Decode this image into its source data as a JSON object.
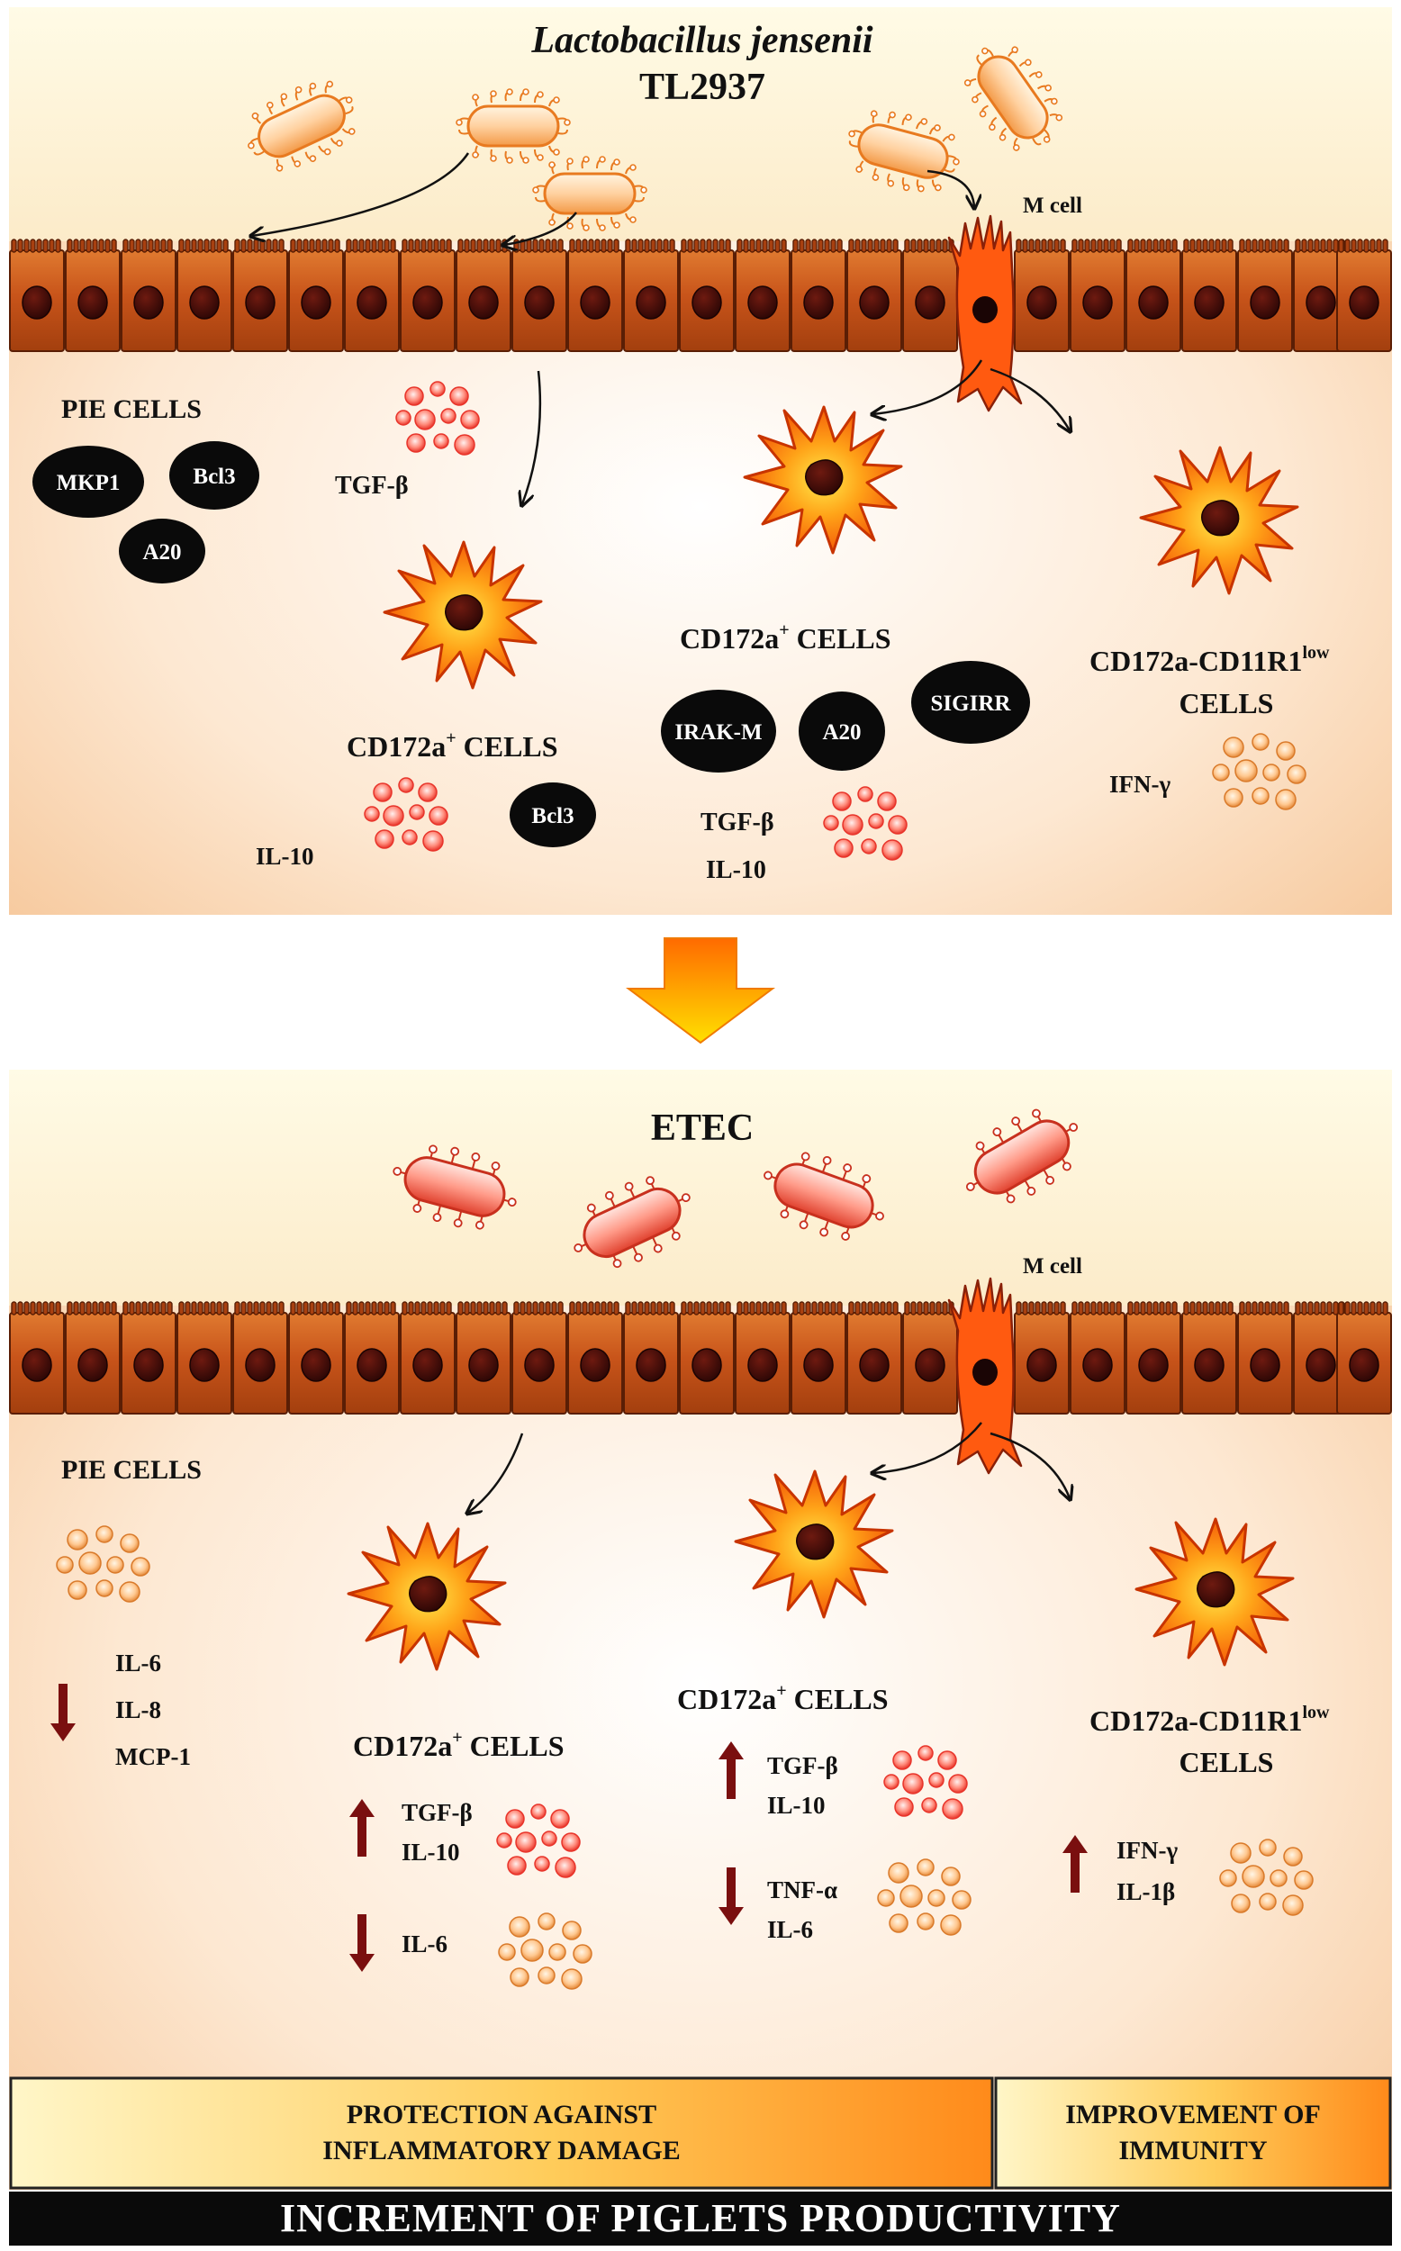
{
  "panel_top": {
    "title_italic": "Lactobacillus jensenii",
    "title_strain": "TL2937",
    "m_cell": "M cell",
    "pie_cells": "PIE CELLS",
    "pie_markers": [
      "MKP1",
      "Bcl3",
      "A20"
    ],
    "tgf_beta": "TGF-β",
    "cd172a_left": "CD172a",
    "cd172a_left_sup": "+",
    "cells_word": " CELLS",
    "left_bcl3": "Bcl3",
    "left_il10": "IL-10",
    "cd172a_mid": "CD172a",
    "mid_markers": [
      "IRAK-M",
      "A20",
      "SIGIRR"
    ],
    "mid_tgf": "TGF-β",
    "mid_il10": "IL-10",
    "cd11_line1": "CD172a-CD11R1",
    "cd11_sup": "low",
    "cd11_line2": "CELLS",
    "ifn": "IFN-γ"
  },
  "panel_bottom": {
    "title": "ETEC",
    "m_cell": "M cell",
    "pie_cells": "PIE CELLS",
    "pie_down": [
      "IL-6",
      "IL-8",
      "MCP-1"
    ],
    "cd172a_left": "CD172a",
    "left_up": [
      "TGF-β",
      "IL-10"
    ],
    "left_down": [
      "IL-6"
    ],
    "cd172a_mid": "CD172a",
    "mid_up": [
      "TGF-β",
      "IL-10"
    ],
    "mid_down": [
      "TNF-α",
      "IL-6"
    ],
    "cd11_line1": "CD172a-CD11R1",
    "cd11_sup": "low",
    "cd11_line2": "CELLS",
    "right_up": [
      "IFN-γ",
      "IL-1β"
    ]
  },
  "outcomes": {
    "protection_line1": "PROTECTION AGAINST",
    "protection_line2": "INFLAMMATORY DAMAGE",
    "immunity_line1": "IMPROVEMENT OF",
    "immunity_line2": "IMMUNITY",
    "productivity": "INCREMENT OF PIGLETS PRODUCTIVITY"
  },
  "colors": {
    "cell_body": "#c8541a",
    "cell_dark": "#8a2f08",
    "dendritic_orange": "#ff6a10",
    "lacto_bacteria": "#f6a050",
    "etec_bacteria": "#e84a3a",
    "arrow_red": "#7a0f0f"
  }
}
